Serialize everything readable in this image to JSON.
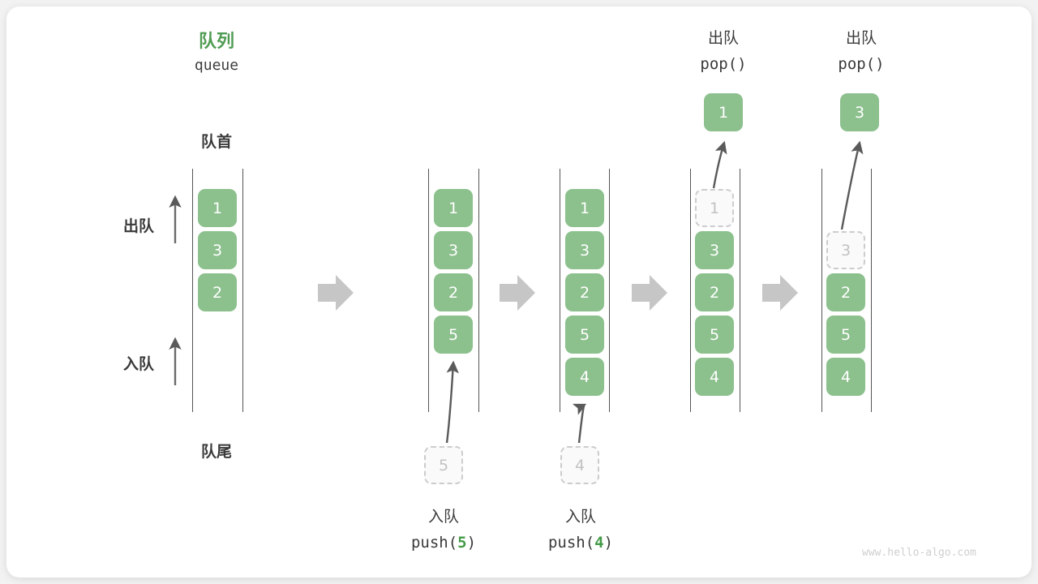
{
  "diagram": {
    "title_cn": "队列",
    "title_en": "queue",
    "front_label": "队首",
    "rear_label": "队尾",
    "dequeue_label": "出队",
    "enqueue_label": "入队",
    "watermark": "www.hello-algo.com",
    "accent_color": "#509c54",
    "box_color": "#8cc08d",
    "ghost_color": "#c2c2c2"
  },
  "stages": [
    {
      "name": "initial-queue",
      "items": [
        "1",
        "3",
        "2"
      ],
      "ghost_top": null,
      "ghost_bottom": null,
      "popped": null,
      "caption_cn": null,
      "caption_code": null
    },
    {
      "name": "after-push-5",
      "items": [
        "1",
        "3",
        "2",
        "5"
      ],
      "ghost_top": null,
      "ghost_bottom": "5",
      "popped": null,
      "caption_cn": "入队",
      "caption_code": "push(5)",
      "caption_num": "5"
    },
    {
      "name": "after-push-4",
      "items": [
        "1",
        "3",
        "2",
        "5",
        "4"
      ],
      "ghost_top": null,
      "ghost_bottom": "4",
      "popped": null,
      "caption_cn": "入队",
      "caption_code": "push(4)",
      "caption_num": "4"
    },
    {
      "name": "after-pop-1",
      "items": [
        "3",
        "2",
        "5",
        "4"
      ],
      "ghost_top": "1",
      "ghost_bottom": null,
      "popped": "1",
      "caption_cn": "出队",
      "caption_code": "pop()"
    },
    {
      "name": "after-pop-3",
      "items": [
        "2",
        "5",
        "4"
      ],
      "ghost_top": "3",
      "ghost_bottom": null,
      "popped": "3",
      "caption_cn": "出队",
      "caption_code": "pop()"
    }
  ]
}
